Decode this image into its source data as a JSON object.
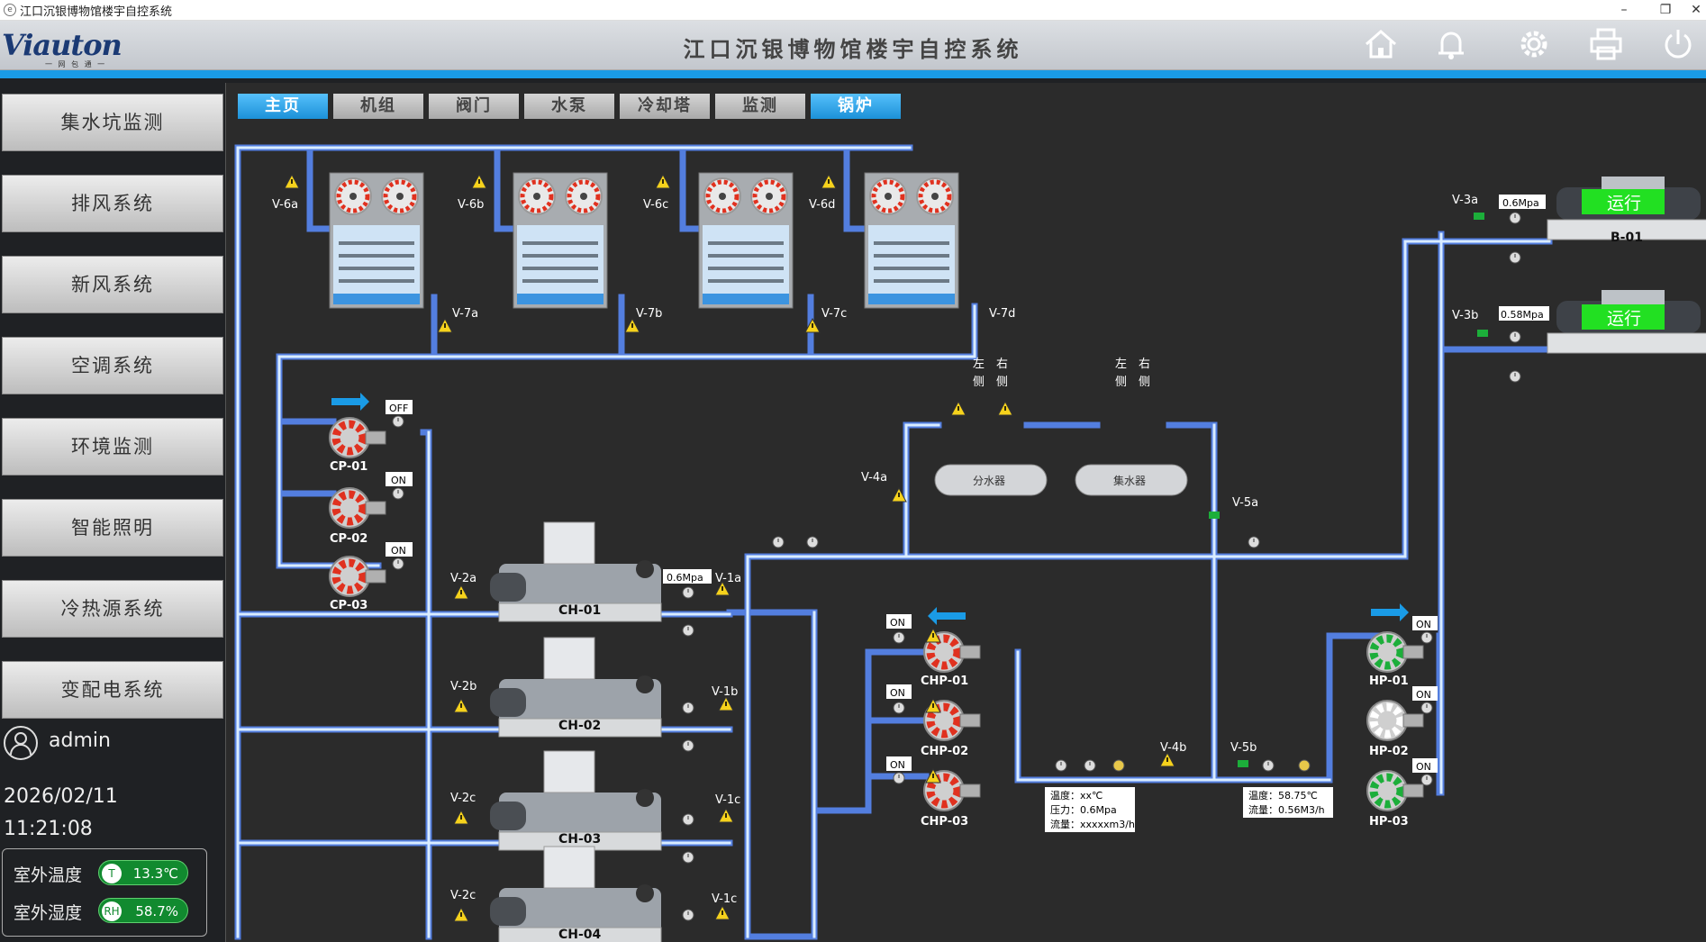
{
  "window": {
    "title": "江口沉银博物馆楼宇自控系统",
    "icon": "app-icon",
    "min": "–",
    "max": "❐",
    "close": "✕"
  },
  "header": {
    "logo": "Viauton",
    "logo_sub": "一 网 包 通 一",
    "title": "江口沉银博物馆楼宇自控系统",
    "icons": [
      "home-icon",
      "bell-icon",
      "gear-icon",
      "printer-icon",
      "power-icon"
    ]
  },
  "sidebar": {
    "items": [
      "集水坑监测",
      "排风系统",
      "新风系统",
      "空调系统",
      "环境监测",
      "智能照明",
      "冷热源系统",
      "变配电系统"
    ]
  },
  "user": {
    "name": "admin"
  },
  "datetime": {
    "date": "2026/02/11",
    "time": "11:21:08"
  },
  "weather": {
    "temp_label": "室外温度",
    "temp": "13.3℃",
    "hum_label": "室外湿度",
    "hum": "58.7%"
  },
  "tabs": [
    "主页",
    "机组",
    "阀门",
    "水泵",
    "冷却塔",
    "监测",
    "锅炉"
  ],
  "towers": {
    "valves_top": [
      "V-6a",
      "V-6b",
      "V-6c",
      "V-6d"
    ],
    "valves_bottom": [
      "V-7a",
      "V-7b",
      "V-7c",
      "V-7d"
    ]
  },
  "cooling_pumps": {
    "names": [
      "CP-01",
      "CP-02",
      "CP-03"
    ],
    "states": [
      "OFF",
      "ON",
      "ON"
    ]
  },
  "chillers": {
    "names": [
      "CH-01",
      "CH-02",
      "CH-03",
      "CH-04"
    ],
    "valves_in": [
      "V-2a",
      "V-2b",
      "V-2c",
      "V-2c"
    ],
    "valves_out": [
      "V-1a",
      "V-1b",
      "V-1c",
      "V-1c"
    ],
    "pressure": "0.6Mpa"
  },
  "headers": {
    "left_side": "左侧",
    "right_side": "右侧",
    "left": "左",
    "side": "侧",
    "right": "右",
    "dist": "分水器",
    "collect": "集水器",
    "v4a": "V-4a",
    "v5a": "V-5a",
    "v4b": "V-4b",
    "v5b": "V-5b"
  },
  "chp": {
    "names": [
      "CHP-01",
      "CHP-02",
      "CHP-03"
    ],
    "states": [
      "ON",
      "ON",
      "ON"
    ]
  },
  "hp": {
    "names": [
      "HP-01",
      "HP-02",
      "HP-03"
    ],
    "states": [
      "ON",
      "ON",
      "ON"
    ]
  },
  "boilers": {
    "b1_valve": "V-3a",
    "b1_pressure": "0.6Mpa",
    "b1_status": "运行",
    "b1_name": "B-01",
    "b2_valve": "V-3b",
    "b2_pressure": "0.58Mpa",
    "b2_status": "运行"
  },
  "readout1": {
    "temp": "温度：xx℃",
    "pressure": "压力：0.6Mpa",
    "flow": "流量：xxxxxm3/h"
  },
  "readout2": {
    "temp": "温度：58.75℃",
    "flow": "流量：0.56M3/h"
  },
  "colors": {
    "pipe": "#b9dcf7",
    "pipe_glow": "#5b8dff",
    "accent": "#1a9be6",
    "run": "#22e022"
  }
}
